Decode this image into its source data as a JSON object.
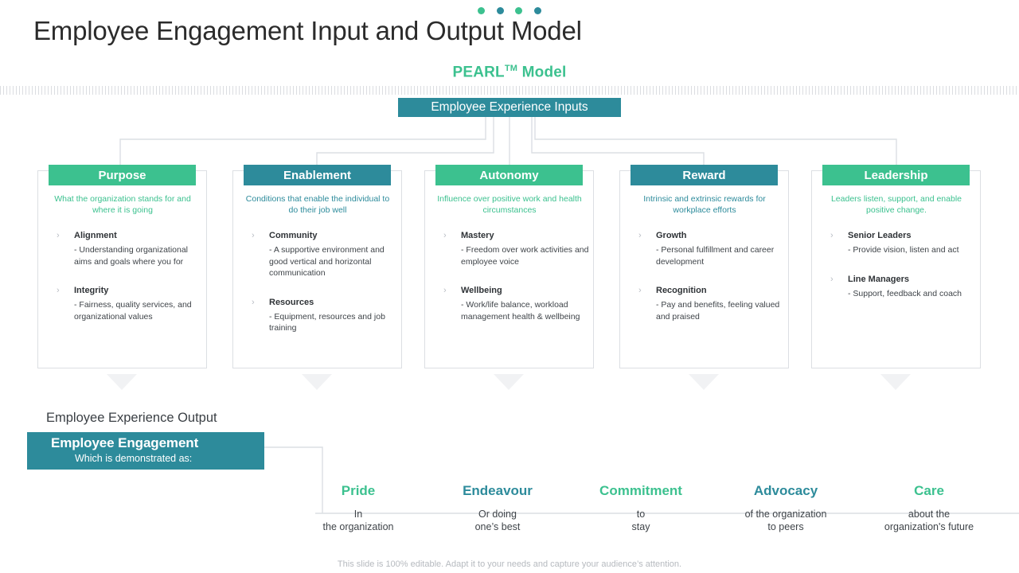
{
  "colors": {
    "green": "#3cc18f",
    "teal": "#2d8b9b",
    "line": "#dcdfe3",
    "text": "#2f3337"
  },
  "header": {
    "title": "Employee Engagement Input and Output Model",
    "subtitle_main": "PEARL",
    "subtitle_sup": "TM",
    "subtitle_tail": " Model"
  },
  "input_bar": {
    "label": "Employee Experience Inputs"
  },
  "columns": [
    {
      "title": "Purpose",
      "accent": "green",
      "description": "What the organization stands for and where it is going",
      "items": [
        {
          "term": "Alignment",
          "detail": "- Understanding organizational aims and goals where you for"
        },
        {
          "term": "Integrity",
          "detail": "- Fairness, quality services, and organizational values"
        }
      ]
    },
    {
      "title": "Enablement",
      "accent": "teal",
      "description": "Conditions that enable the individual to do their job well",
      "items": [
        {
          "term": "Community",
          "detail": "- A  supportive environment and good vertical and horizontal communication"
        },
        {
          "term": "Resources",
          "detail": "- Equipment, resources and job training"
        }
      ]
    },
    {
      "title": "Autonomy",
      "accent": "green",
      "description": "Influence over positive work and health circumstances",
      "items": [
        {
          "term": "Mastery",
          "detail": "- Freedom over work activities and employee voice"
        },
        {
          "term": "Wellbeing",
          "detail": "- Work/life balance, workload management health & wellbeing"
        }
      ]
    },
    {
      "title": "Reward",
      "accent": "teal",
      "description": "Intrinsic and extrinsic rewards for workplace efforts",
      "items": [
        {
          "term": "Growth",
          "detail": "- Personal fulfillment and career development"
        },
        {
          "term": "Recognition",
          "detail": "- Pay and benefits, feeling valued and praised"
        }
      ]
    },
    {
      "title": "Leadership",
      "accent": "green",
      "description": "Leaders listen, support, and enable positive change.",
      "items": [
        {
          "term": "Senior Leaders",
          "detail": "- Provide vision, listen and act"
        },
        {
          "term": "Line Managers",
          "detail": "- Support, feedback and coach"
        }
      ]
    }
  ],
  "output": {
    "section_label": "Employee Experience Output",
    "box_title": "Employee Engagement",
    "box_subtitle": "Which is demonstrated as:",
    "items": [
      {
        "head": "Pride",
        "accent": "green",
        "sub": "In\nthe organization"
      },
      {
        "head": "Endeavour",
        "accent": "teal",
        "sub": "Or doing\none’s best"
      },
      {
        "head": "Commitment",
        "accent": "green",
        "sub": "to\nstay"
      },
      {
        "head": "Advocacy",
        "accent": "teal",
        "sub": "of the organization\nto peers"
      },
      {
        "head": "Care",
        "accent": "green",
        "sub": "about the\norganization's future"
      }
    ]
  },
  "footer": {
    "note": "This slide is 100% editable. Adapt it to your needs and capture your audience’s attention."
  }
}
